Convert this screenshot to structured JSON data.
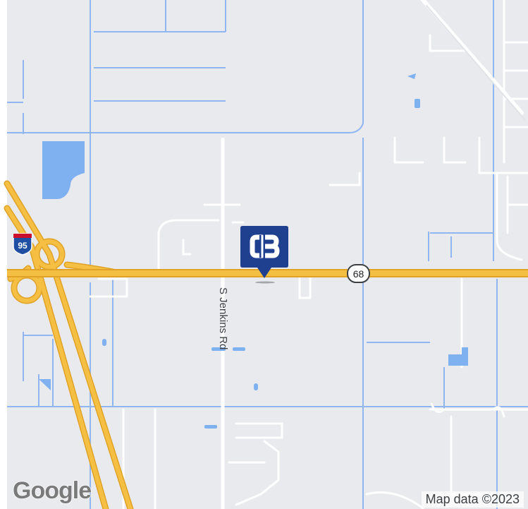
{
  "map": {
    "road_label": "S Jenkins Rd",
    "route_shield": "68",
    "interstate_shield": "95",
    "attribution": "Map data ©2023",
    "logo": "Google",
    "marker_icon": "coldwell-banker-logo-icon",
    "colors": {
      "land": "#e8eaed",
      "water": "#7fb0f0",
      "highway": "#f4bf42",
      "highway_casing": "#e0a227",
      "local_road": "#ffffff",
      "marker": "#1f3f8f",
      "interstate_red": "#c8102e",
      "interstate_blue": "#1f4fa3"
    }
  }
}
